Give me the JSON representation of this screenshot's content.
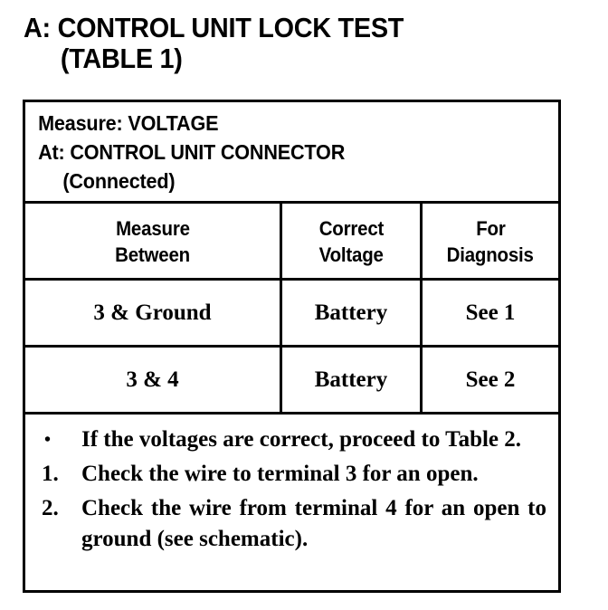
{
  "title": {
    "line1": "A: CONTROL UNIT LOCK TEST",
    "line2": "(TABLE 1)"
  },
  "table": {
    "measure_block": {
      "line1": "Measure: VOLTAGE",
      "line2": "At: CONTROL UNIT CONNECTOR",
      "line3": "(Connected)"
    },
    "columns": [
      {
        "line1": "Measure",
        "line2": "Between"
      },
      {
        "line1": "Correct",
        "line2": "Voltage"
      },
      {
        "line1": "For",
        "line2": "Diagnosis"
      }
    ],
    "rows": [
      {
        "measure_between": "3 & Ground",
        "correct_voltage": "Battery",
        "for_diagnosis": "See 1"
      },
      {
        "measure_between": "3 & 4",
        "correct_voltage": "Battery",
        "for_diagnosis": "See 2"
      }
    ],
    "notes": [
      {
        "marker": "•",
        "text": "If the voltages are correct, proceed to Table 2."
      },
      {
        "marker": "1.",
        "text": "Check the wire to terminal 3 for an open."
      },
      {
        "marker": "2.",
        "text": "Check the wire from terminal 4 for an open to ground (see schematic)."
      }
    ]
  },
  "colors": {
    "ink": "#000000",
    "paper": "#ffffff"
  }
}
